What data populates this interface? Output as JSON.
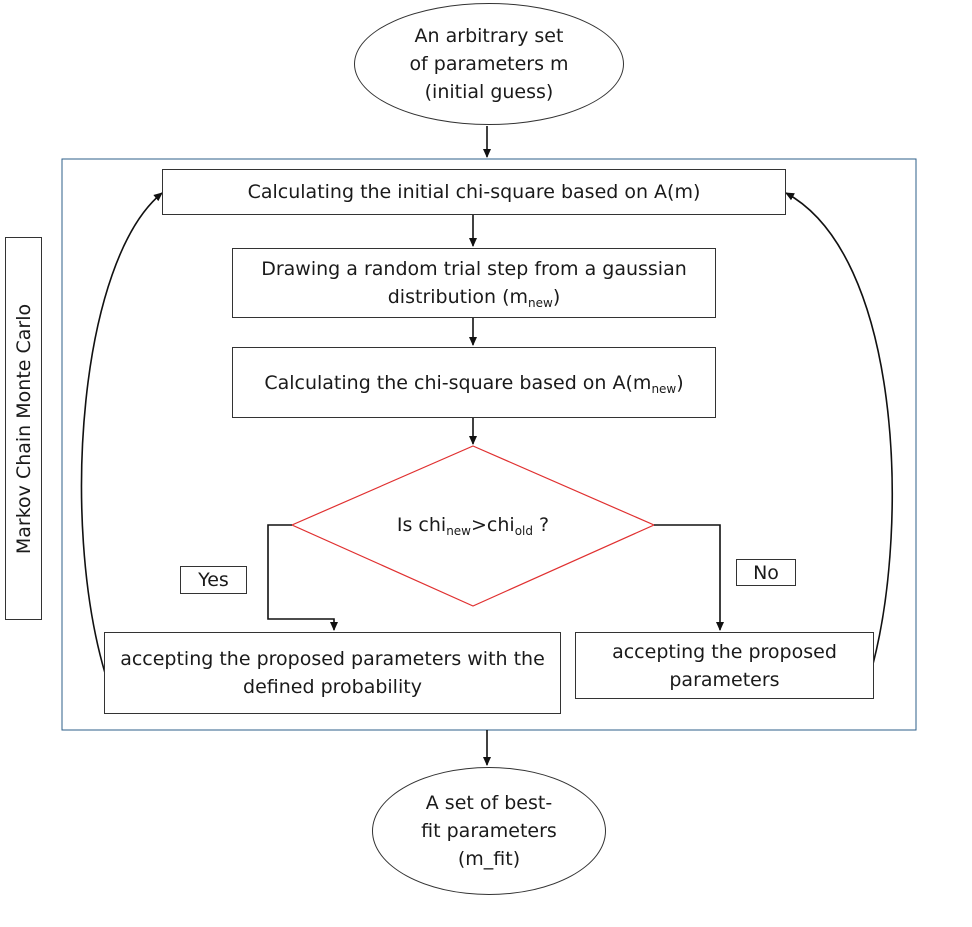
{
  "nodes": {
    "start": {
      "line1": "An arbitrary set",
      "line2": "of parameters m",
      "line3": "(initial guess)"
    },
    "initial_chi": {
      "text": "Calculating the initial chi-square based on A(m)"
    },
    "trial_step": {
      "line1": "Drawing a random trial step from a gaussian",
      "line2_pre": "distribution (m",
      "line2_sub": "new",
      "line2_post": ")"
    },
    "new_chi": {
      "pre": "Calculating the chi-square based on A(m",
      "sub": "new",
      "post": ")"
    },
    "decision": {
      "pre": "Is chi",
      "sub1": "new",
      "mid": ">chi",
      "sub2": "old",
      "post": " ?"
    },
    "accept_prob": {
      "line1": "accepting the proposed parameters with the",
      "line2": "defined probability"
    },
    "accept": {
      "line1": "accepting the proposed",
      "line2": "parameters"
    },
    "end": {
      "line1": "A set of best-",
      "line2": "fit parameters",
      "line3": "(m_fit)"
    }
  },
  "labels": {
    "yes": "Yes",
    "no": "No",
    "mcmc": "Markov Chain Monte Carlo"
  },
  "colors": {
    "stroke": "#333333",
    "container": "#2e5f8a",
    "decision": "#e03030",
    "text": "#1a1a1a"
  }
}
